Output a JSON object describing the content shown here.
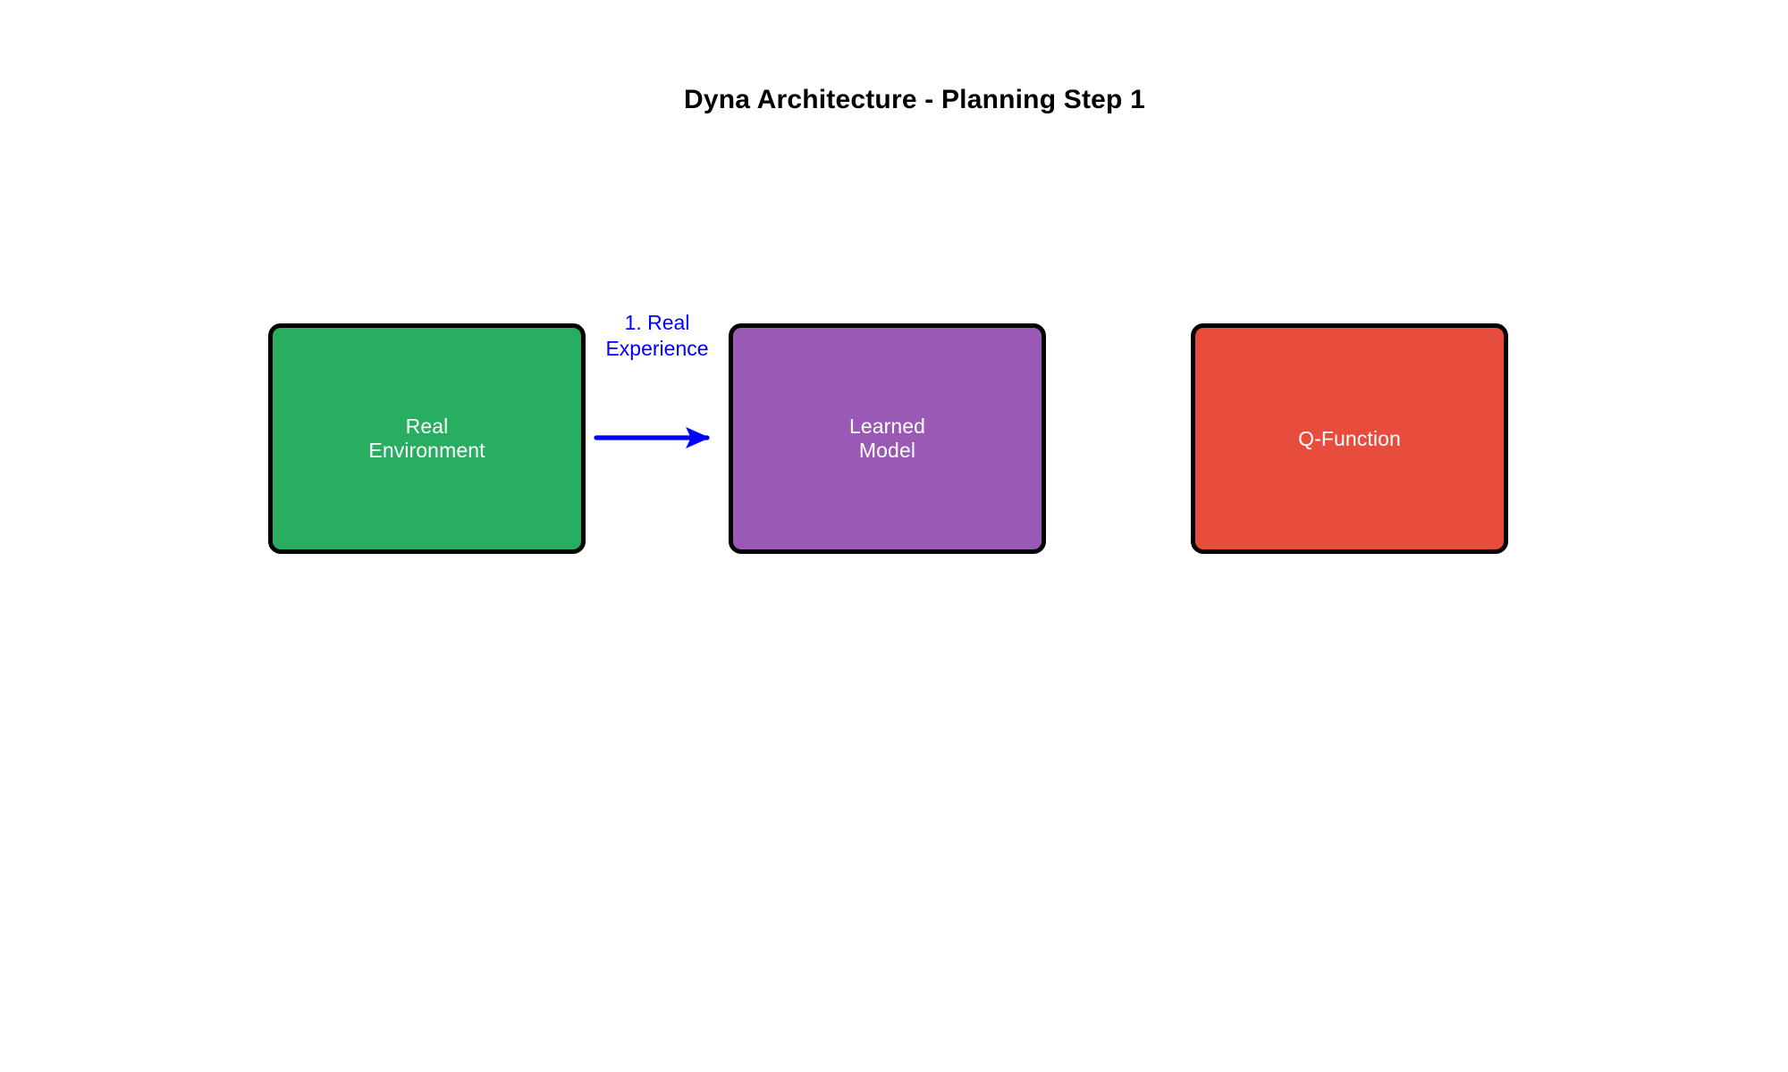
{
  "figure": {
    "title": "Dyna Architecture - Planning Step 1",
    "background_color": "#ffffff",
    "title_color": "#000000"
  },
  "nodes": [
    {
      "id": "real-environment",
      "label": "Real\nEnvironment",
      "fill_color": "#27AE60",
      "border_color": "#000000",
      "text_color": "#ffffff"
    },
    {
      "id": "learned-model",
      "label": "Learned\nModel",
      "fill_color": "#9B59B6",
      "border_color": "#000000",
      "text_color": "#ffffff"
    },
    {
      "id": "q-function",
      "label": "Q-Function",
      "fill_color": "#E74C3C",
      "border_color": "#000000",
      "text_color": "#ffffff"
    }
  ],
  "edges": [
    {
      "id": "real-experience",
      "label": "1. Real\nExperience",
      "from": "real-environment",
      "to": "learned-model",
      "color": "#0000FF",
      "direction": "right"
    }
  ]
}
